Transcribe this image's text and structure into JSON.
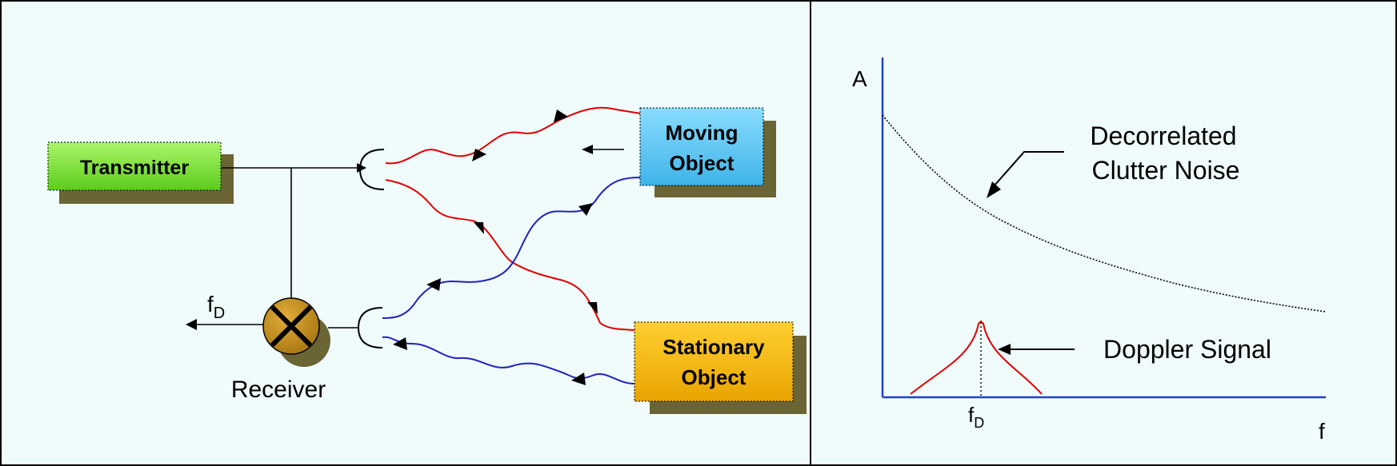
{
  "left_panel": {
    "transmitter_label": "Transmitter",
    "moving_object_line1": "Moving",
    "moving_object_line2": "Object",
    "stationary_object_line1": "Stationary",
    "stationary_object_line2": "Object",
    "receiver_label": "Receiver",
    "output_freq_main": "f",
    "output_freq_sub": "D"
  },
  "right_panel": {
    "y_axis_label": "A",
    "x_axis_label": "f",
    "clutter_label_line1": "Decorrelated",
    "clutter_label_line2": "Clutter Noise",
    "doppler_label": "Doppler Signal",
    "fd_tick_main": "f",
    "fd_tick_sub": "D"
  },
  "colors": {
    "panel_bg": "#f0fcfc",
    "transmitter_box": "#7fe33a",
    "moving_box": "#5cc8f2",
    "stationary_box": "#f2b800",
    "shadow": "#6b6434",
    "mixer": "#b8860b",
    "red_wave": "#e00000",
    "blue_wave": "#2222bb",
    "axis": "#2340c8"
  }
}
